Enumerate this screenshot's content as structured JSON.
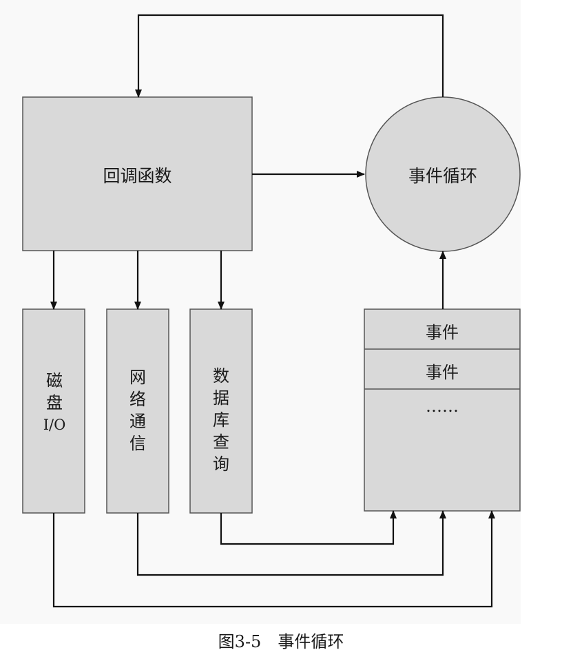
{
  "diagram": {
    "nodes": {
      "callback": "回调函数",
      "event_loop": "事件循环",
      "disk_io": "磁盘I/O",
      "network": "网络通信",
      "db_query": "数据库查询",
      "queue": [
        "事件",
        "事件",
        "……"
      ]
    },
    "edges": [
      {
        "from": "event_loop",
        "to": "callback"
      },
      {
        "from": "callback",
        "to": "event_loop"
      },
      {
        "from": "callback",
        "to": "disk_io"
      },
      {
        "from": "callback",
        "to": "network"
      },
      {
        "from": "callback",
        "to": "db_query"
      },
      {
        "from": "queue",
        "to": "event_loop"
      },
      {
        "from": "db_query",
        "to": "queue"
      },
      {
        "from": "network",
        "to": "queue"
      },
      {
        "from": "disk_io",
        "to": "queue"
      }
    ]
  },
  "caption": {
    "figure_number": "图3-5",
    "title": "事件循环"
  },
  "colors": {
    "panel": "#f9f9f9",
    "node_fill": "#d9d9d9",
    "stroke": "#555555",
    "arrow": "#111111"
  }
}
